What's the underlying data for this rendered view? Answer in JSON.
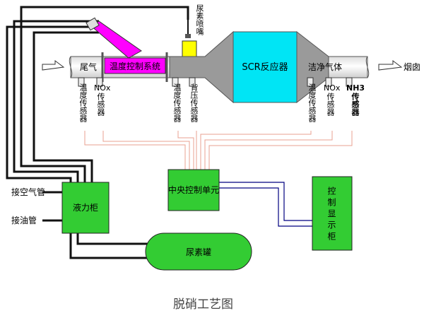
{
  "labels": {
    "tail_gas": "尾气",
    "temp_control_system": "温度控制系统",
    "urea_nozzle": "尿素喷嘴",
    "scr_reactor": "SCR反应器",
    "clean_gas": "洁净气体",
    "chimney": "烟囱",
    "temp_sensor_1": "温度传感器",
    "nox_sensor_1_title": "NOx",
    "nox_sensor_1_sub": "传感器",
    "temp_sensor_2": "温度传感器",
    "back_pressure_sensor": "背压传感器",
    "temp_sensor_3": "温度传感器",
    "nox_sensor_2_title": "NOx",
    "nox_sensor_2_sub": "传感器",
    "nh3_sensor_title": "NH3",
    "nh3_sensor_sub": "传感器",
    "air_pipe": "接空气管",
    "oil_pipe": "接油管",
    "hydraulic_cabinet": "液力柜",
    "central_control_unit": "中央控制单元",
    "control_display_cabinet": "控制显示柜",
    "urea_tank": "尿素罐",
    "caption": "脱硝工艺图"
  },
  "colors": {
    "magenta": "#ff00ff",
    "cyan": "#00e5f5",
    "green": "#33cc33",
    "yellow": "#ffff00",
    "gray": "#909090",
    "pink_line": "#e8a090",
    "blue_line": "#000080"
  }
}
